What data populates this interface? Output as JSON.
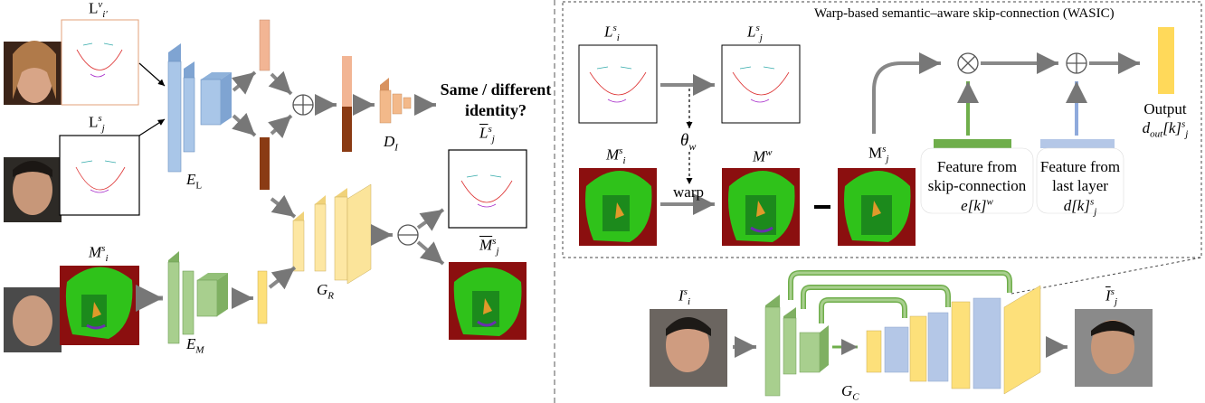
{
  "labels": {
    "L_i_v": "L",
    "L_j_s": "L",
    "E_L": "E",
    "E_L_sub": "L",
    "E_M": "E",
    "E_M_sub": "M",
    "M_i_s_left": "M",
    "D_I": "D",
    "D_I_sub": "I",
    "G_R": "G",
    "G_R_sub": "R",
    "G_C": "G",
    "G_C_sub": "C",
    "same_diff": "Same / different\nidentity?",
    "Lt_j_s": "L",
    "Mt_j_s": "M",
    "wasic_title": "Warp-based semantic–aware skip-connection (WASIC)",
    "w_L_i_s": "L",
    "w_L_j_s": "L",
    "w_theta": "θ",
    "w_theta_sub": "w",
    "w_M_i_s": "M",
    "w_warp": "warp",
    "w_M_w": "M",
    "w_M_w_sup": "w",
    "w_M_j_s": "M",
    "feat_skip_1": "Feature from",
    "feat_skip_2": "skip-connection",
    "feat_skip_3": "e[k]",
    "feat_skip_3_sup": "w",
    "feat_last_1": "Feature from",
    "feat_last_2": "last layer",
    "feat_last_3": "d[k]",
    "output_1": "Output",
    "output_2": "d",
    "output_2_sub": "out",
    "output_2_tail": "[k]",
    "I_i_s": "I",
    "I_j_s": "I"
  },
  "colors": {
    "encoder_L": "#a9c6e8",
    "encoder_M": "#a8cf8e",
    "gen_R": "#fde7a3",
    "disc": "#f3b98a",
    "feat_light": "#f2b594",
    "feat_dark": "#8a3b14",
    "skip_feat": "#6fae4b",
    "last_feat": "#b4c7e7",
    "output": "#ffd95a"
  }
}
